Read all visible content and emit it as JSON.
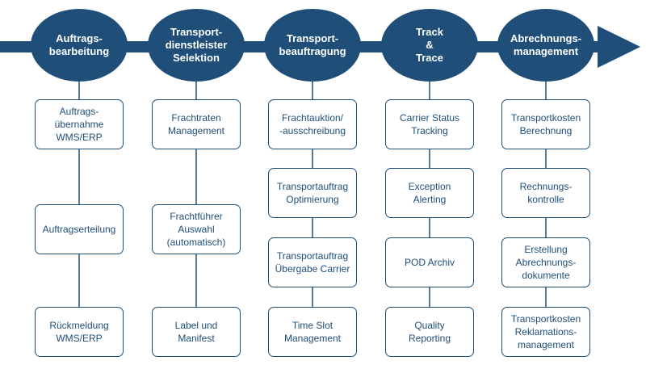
{
  "colors": {
    "primary": "#1f4e79",
    "text_on_primary": "#ffffff",
    "box_fill": "#ffffff"
  },
  "phases": [
    {
      "label": "Auftrags-\nbearbeitung",
      "steps": [
        "Auftrags-\nübernahme\nWMS/ERP",
        "Auftragserteilung",
        "Rückmeldung\nWMS/ERP"
      ]
    },
    {
      "label": "Transport-\ndienstleister\nSelektion",
      "steps": [
        "Frachtraten\nManagement",
        "Frachtführer\nAuswahl\n(automatisch)",
        "Label und\nManifest"
      ]
    },
    {
      "label": "Transport-\nbeauftragung",
      "steps": [
        "Frachtauktion/\n-ausschreibung",
        "Transportauftrag\nOptimierung",
        "Transportauftrag\nÜbergabe Carrier",
        "Time Slot\nManagement"
      ]
    },
    {
      "label": "Track\n&\nTrace",
      "steps": [
        "Carrier Status\nTracking",
        "Exception\nAlerting",
        "POD Archiv",
        "Quality\nReporting"
      ]
    },
    {
      "label": "Abrechnungs-\nmanagement",
      "steps": [
        "Transportkosten\nBerechnung",
        "Rechnungs-\nkontrolle",
        "Erstellung\nAbrechnungs-\ndokumente",
        "Transportkosten\nReklamations-\nmanagement"
      ]
    }
  ]
}
